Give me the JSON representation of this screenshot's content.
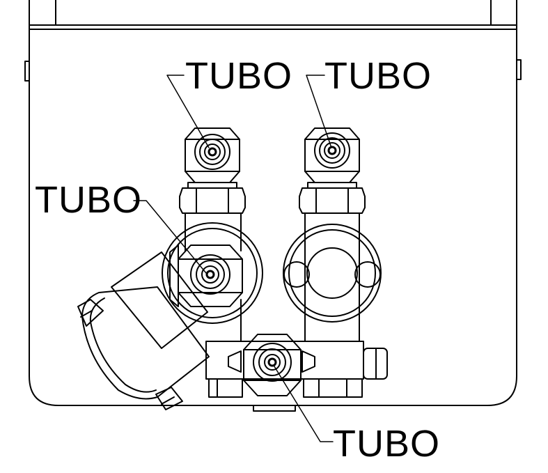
{
  "callouts": {
    "top_left": "TUBO",
    "top_right": "TUBO",
    "left": "TUBO",
    "bottom": "TUBO"
  },
  "colors": {
    "line": "#000000",
    "background": "#ffffff"
  }
}
